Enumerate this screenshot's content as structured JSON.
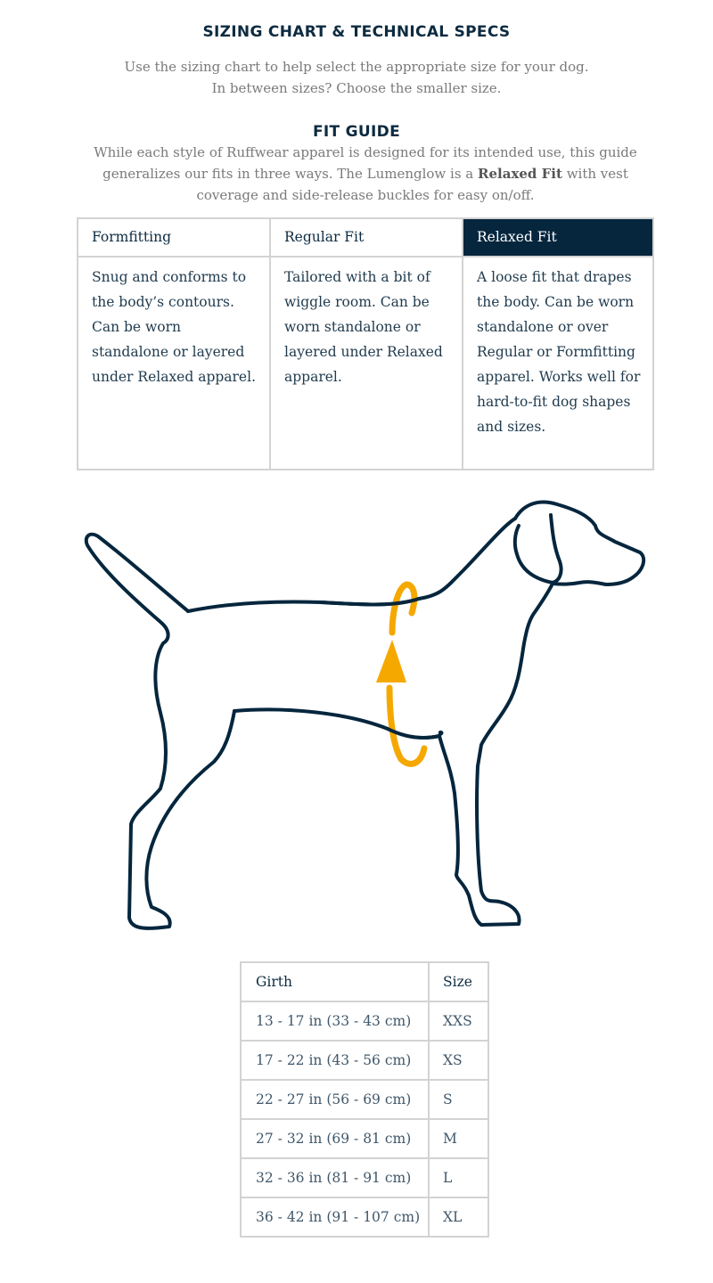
{
  "header": {
    "title": "SIZING CHART & TECHNICAL SPECS",
    "intro_line1": "Use the sizing chart to help select the appropriate size for your dog.",
    "intro_line2": "In between sizes? Choose the smaller size."
  },
  "fit_guide": {
    "title": "FIT GUIDE",
    "desc_before": "While each style of Ruffwear apparel is designed for its intended use, this guide generalizes our fits in three ways. The Lumenglow is a ",
    "desc_bold": "Relaxed Fit",
    "desc_after": " with vest coverage and side-release buckles for easy on/off.",
    "columns": [
      {
        "heading": "Formfitting",
        "text": "Snug and conforms to the body’s contours. Can be worn standalone or layered under Relaxed apparel.",
        "active": false
      },
      {
        "heading": "Regular Fit",
        "text": "Tailored with a bit of wiggle room. Can be worn standalone or layered under Relaxed apparel.",
        "active": false
      },
      {
        "heading": "Relaxed Fit",
        "text": "A loose fit that drapes the body. Can be worn standalone or over Regular or Formfitting apparel. Works well for hard-to-fit dog shapes and sizes.",
        "active": true
      }
    ]
  },
  "illustration": {
    "icon": "dog-girth-measure-icon",
    "outline_color": "#05263d",
    "measure_color": "#f5a800"
  },
  "size_chart": {
    "headers": {
      "girth": "Girth",
      "size": "Size"
    },
    "rows": [
      {
        "girth": "13 - 17 in (33 - 43 cm)",
        "size": "XXS"
      },
      {
        "girth": "17 - 22 in (43 - 56 cm)",
        "size": "XS"
      },
      {
        "girth": "22 - 27 in (56 - 69 cm)",
        "size": "S"
      },
      {
        "girth": "27 - 32 in (69 - 81 cm)",
        "size": "M"
      },
      {
        "girth": "32 - 36 in (81 - 91 cm)",
        "size": "L"
      },
      {
        "girth": "36 - 42 in (91 - 107 cm)",
        "size": "XL"
      }
    ]
  },
  "colors": {
    "navy": "#05263d",
    "heading_text": "#0d2b40",
    "muted_text": "#7a7a7a",
    "border": "#d3d3d3",
    "accent": "#f5a800"
  }
}
